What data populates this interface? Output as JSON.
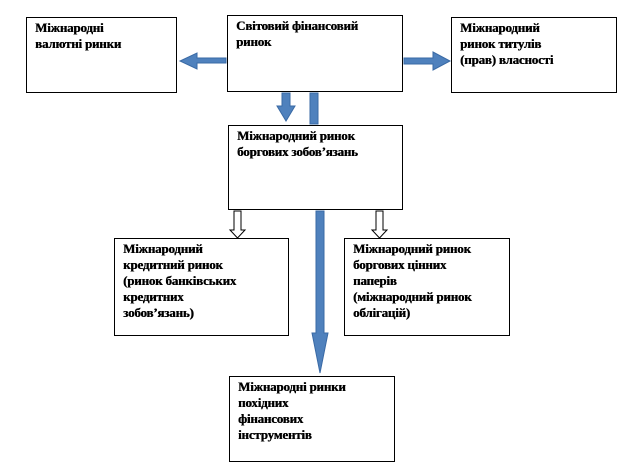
{
  "colors": {
    "arrow_fill": "#4f81bd",
    "arrow_stroke": "#3a6aa5",
    "hollow_arrow_stroke": "#000000",
    "box_border": "#000000"
  },
  "nodes": {
    "world_market": {
      "lines": [
        "Світовий фінансовий",
        "ринок"
      ]
    },
    "currency_markets": {
      "lines": [
        "Міжнародні",
        "валютні ринки"
      ]
    },
    "equity_market": {
      "lines": [
        "Міжнародний",
        "ринок титулів",
        "(прав) власності"
      ]
    },
    "debt_market": {
      "lines": [
        "Міжнародний ринок",
        "боргових зобов’язань"
      ]
    },
    "credit_market": {
      "lines": [
        "Міжнародний",
        "кредитний ринок",
        "(ринок банківських",
        "кредитних",
        "зобов’язань)"
      ]
    },
    "debt_securities_market": {
      "lines": [
        "Міжнародний ринок",
        "боргових цінних",
        "паперів",
        "(міжнародний ринок",
        "облігацій)"
      ]
    },
    "derivatives_markets": {
      "lines": [
        "Міжнародні ринки",
        "похідних",
        "фінансових",
        "інструментів"
      ]
    }
  }
}
